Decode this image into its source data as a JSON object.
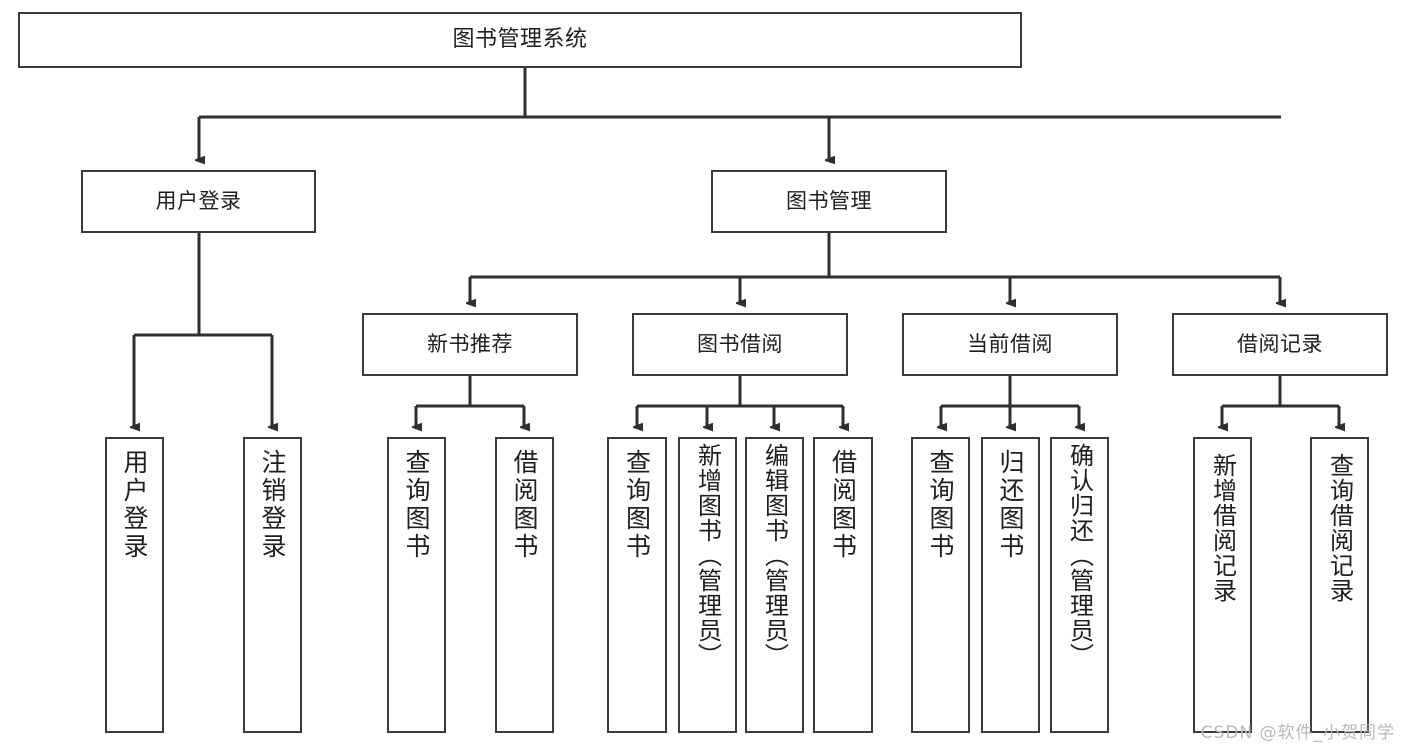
{
  "diagram": {
    "title": "图书管理系统",
    "type": "tree-hierarchy-chart",
    "root": {
      "label": "图书管理系统"
    },
    "level2": [
      {
        "label": "用户登录"
      },
      {
        "label": "图书管理"
      }
    ],
    "level3": [
      {
        "label": "新书推荐"
      },
      {
        "label": "图书借阅"
      },
      {
        "label": "当前借阅"
      },
      {
        "label": "借阅记录"
      }
    ],
    "leaves": {
      "user_login": [
        {
          "label": "用户登录"
        },
        {
          "label": "注销登录"
        }
      ],
      "new_book_recommend": [
        {
          "label": "查询图书"
        },
        {
          "label": "借阅图书"
        }
      ],
      "book_borrow": [
        {
          "label": "查询图书"
        },
        {
          "label": "新增图书（管理员）"
        },
        {
          "label": "编辑图书（管理员）"
        },
        {
          "label": "借阅图书"
        }
      ],
      "current_borrow": [
        {
          "label": "查询图书"
        },
        {
          "label": "归还图书"
        },
        {
          "label": "确认归还（管理员）"
        }
      ],
      "borrow_record": [
        {
          "label": "新增借阅记录"
        },
        {
          "label": "查询借阅记录"
        }
      ]
    }
  },
  "watermark": {
    "text": "CSDN @软件_小贺同学"
  },
  "colors": {
    "border": "#3a3a3a",
    "text": "#1f1f1f",
    "background": "#ffffff",
    "watermark": "#b9b9b9"
  }
}
